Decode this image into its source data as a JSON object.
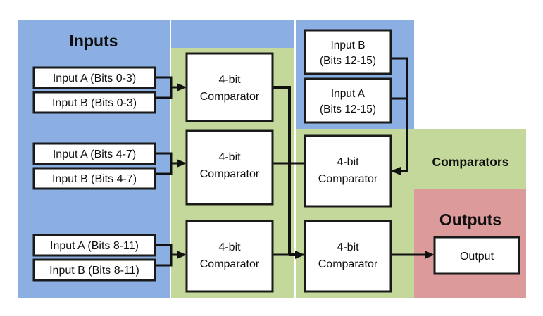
{
  "diagram": {
    "title_hidden": "",
    "panels": [
      {
        "id": "inputs",
        "label": "Inputs",
        "color": "#8cafe3"
      },
      {
        "id": "comparators",
        "label": "Comparators",
        "color": "#c5d89b"
      },
      {
        "id": "outputs",
        "label": "Outputs",
        "color": "#dc9a9a"
      }
    ],
    "input_boxes": [
      {
        "id": "in-a-0-3",
        "line1": "Input A (Bits 0-3)",
        "line2": ""
      },
      {
        "id": "in-b-0-3",
        "line1": "Input B (Bits 0-3)",
        "line2": ""
      },
      {
        "id": "in-a-4-7",
        "line1": "Input A (Bits 4-7)",
        "line2": ""
      },
      {
        "id": "in-b-4-7",
        "line1": "Input B (Bits 4-7)",
        "line2": ""
      },
      {
        "id": "in-a-8-11",
        "line1": "Input A (Bits 8-11)",
        "line2": ""
      },
      {
        "id": "in-b-8-11",
        "line1": "Input B (Bits 8-11)",
        "line2": ""
      },
      {
        "id": "in-b-12-15",
        "line1": "Input B",
        "line2": "(Bits 12-15)"
      },
      {
        "id": "in-a-12-15",
        "line1": "Input A",
        "line2": "(Bits 12-15)"
      }
    ],
    "comparator_boxes": [
      {
        "id": "cmp-1",
        "line1": "4-bit",
        "line2": "Comparator"
      },
      {
        "id": "cmp-2",
        "line1": "4-bit",
        "line2": "Comparator"
      },
      {
        "id": "cmp-3",
        "line1": "4-bit",
        "line2": "Comparator"
      },
      {
        "id": "cmp-4",
        "line1": "4-bit",
        "line2": "Comparator"
      },
      {
        "id": "cmp-5",
        "line1": "4-bit",
        "line2": "Comparator"
      }
    ],
    "output_boxes": [
      {
        "id": "out-1",
        "line1": "Output",
        "line2": ""
      }
    ]
  }
}
